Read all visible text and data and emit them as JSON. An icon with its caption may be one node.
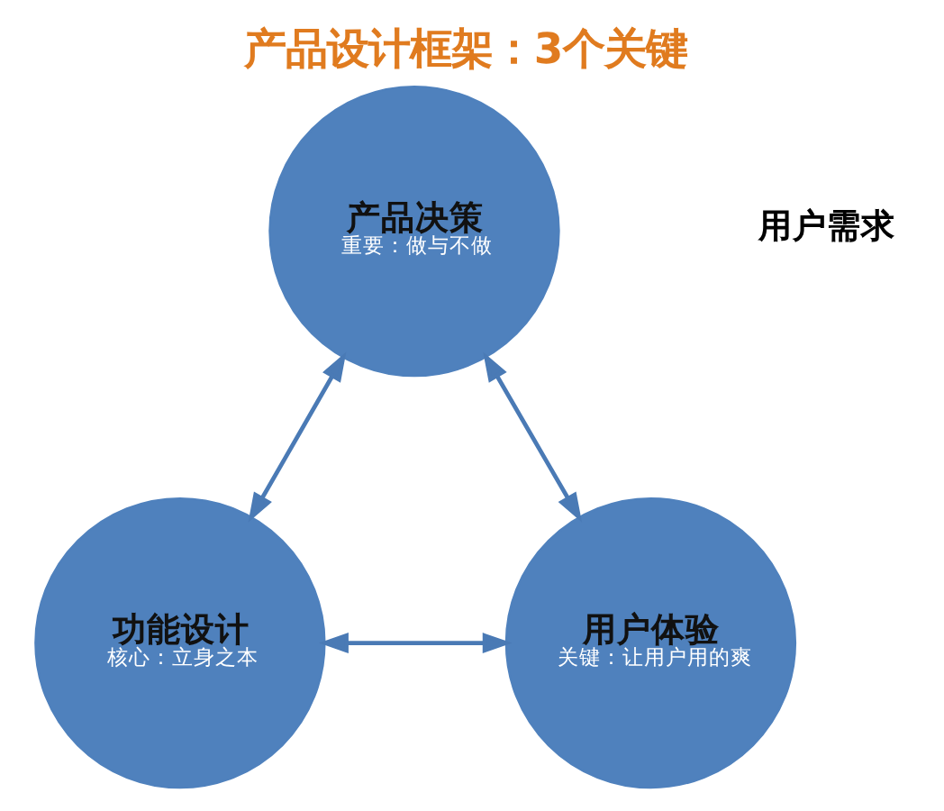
{
  "diagram": {
    "title": "产品设计框架：3个关键",
    "nodes": [
      {
        "text": [
          "产品决策",
          "重要：做与不做"
        ]
      },
      {
        "text": [
          "功能设计",
          "核心：立身之本"
        ]
      },
      {
        "text": [
          "用户体验",
          "关键：让用户用的爽"
        ]
      }
    ],
    "edges": [
      {
        "from": 0,
        "to": 1,
        "arrow": "both"
      },
      {
        "from": 0,
        "to": 2,
        "arrow": "both"
      },
      {
        "from": 1,
        "to": 2,
        "arrow": "both"
      }
    ],
    "labels": [
      "用户需求"
    ]
  }
}
